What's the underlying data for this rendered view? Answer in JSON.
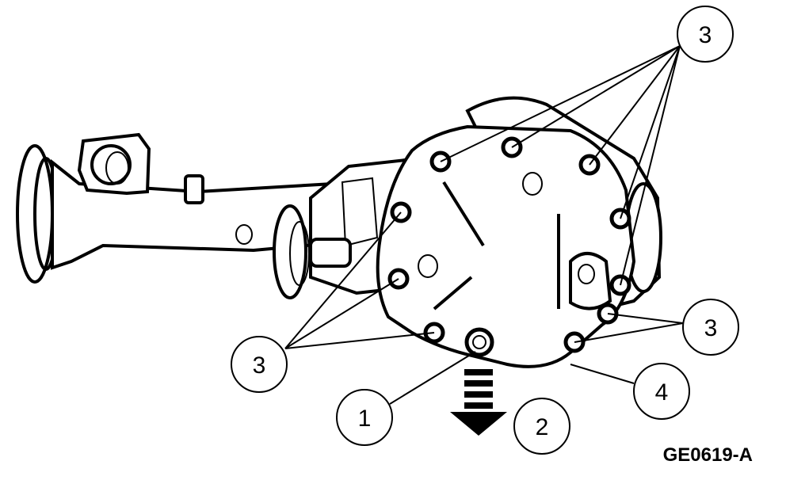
{
  "figure": {
    "code": "GE0619-A"
  },
  "callouts": {
    "fill_plug": "1",
    "drain_direction": "2",
    "bolts_top_right": "3",
    "bolts_left": "3",
    "bolts_lower_right": "3",
    "cover": "4"
  },
  "icons": {
    "drain_arrow": "arrow-down-icon"
  }
}
